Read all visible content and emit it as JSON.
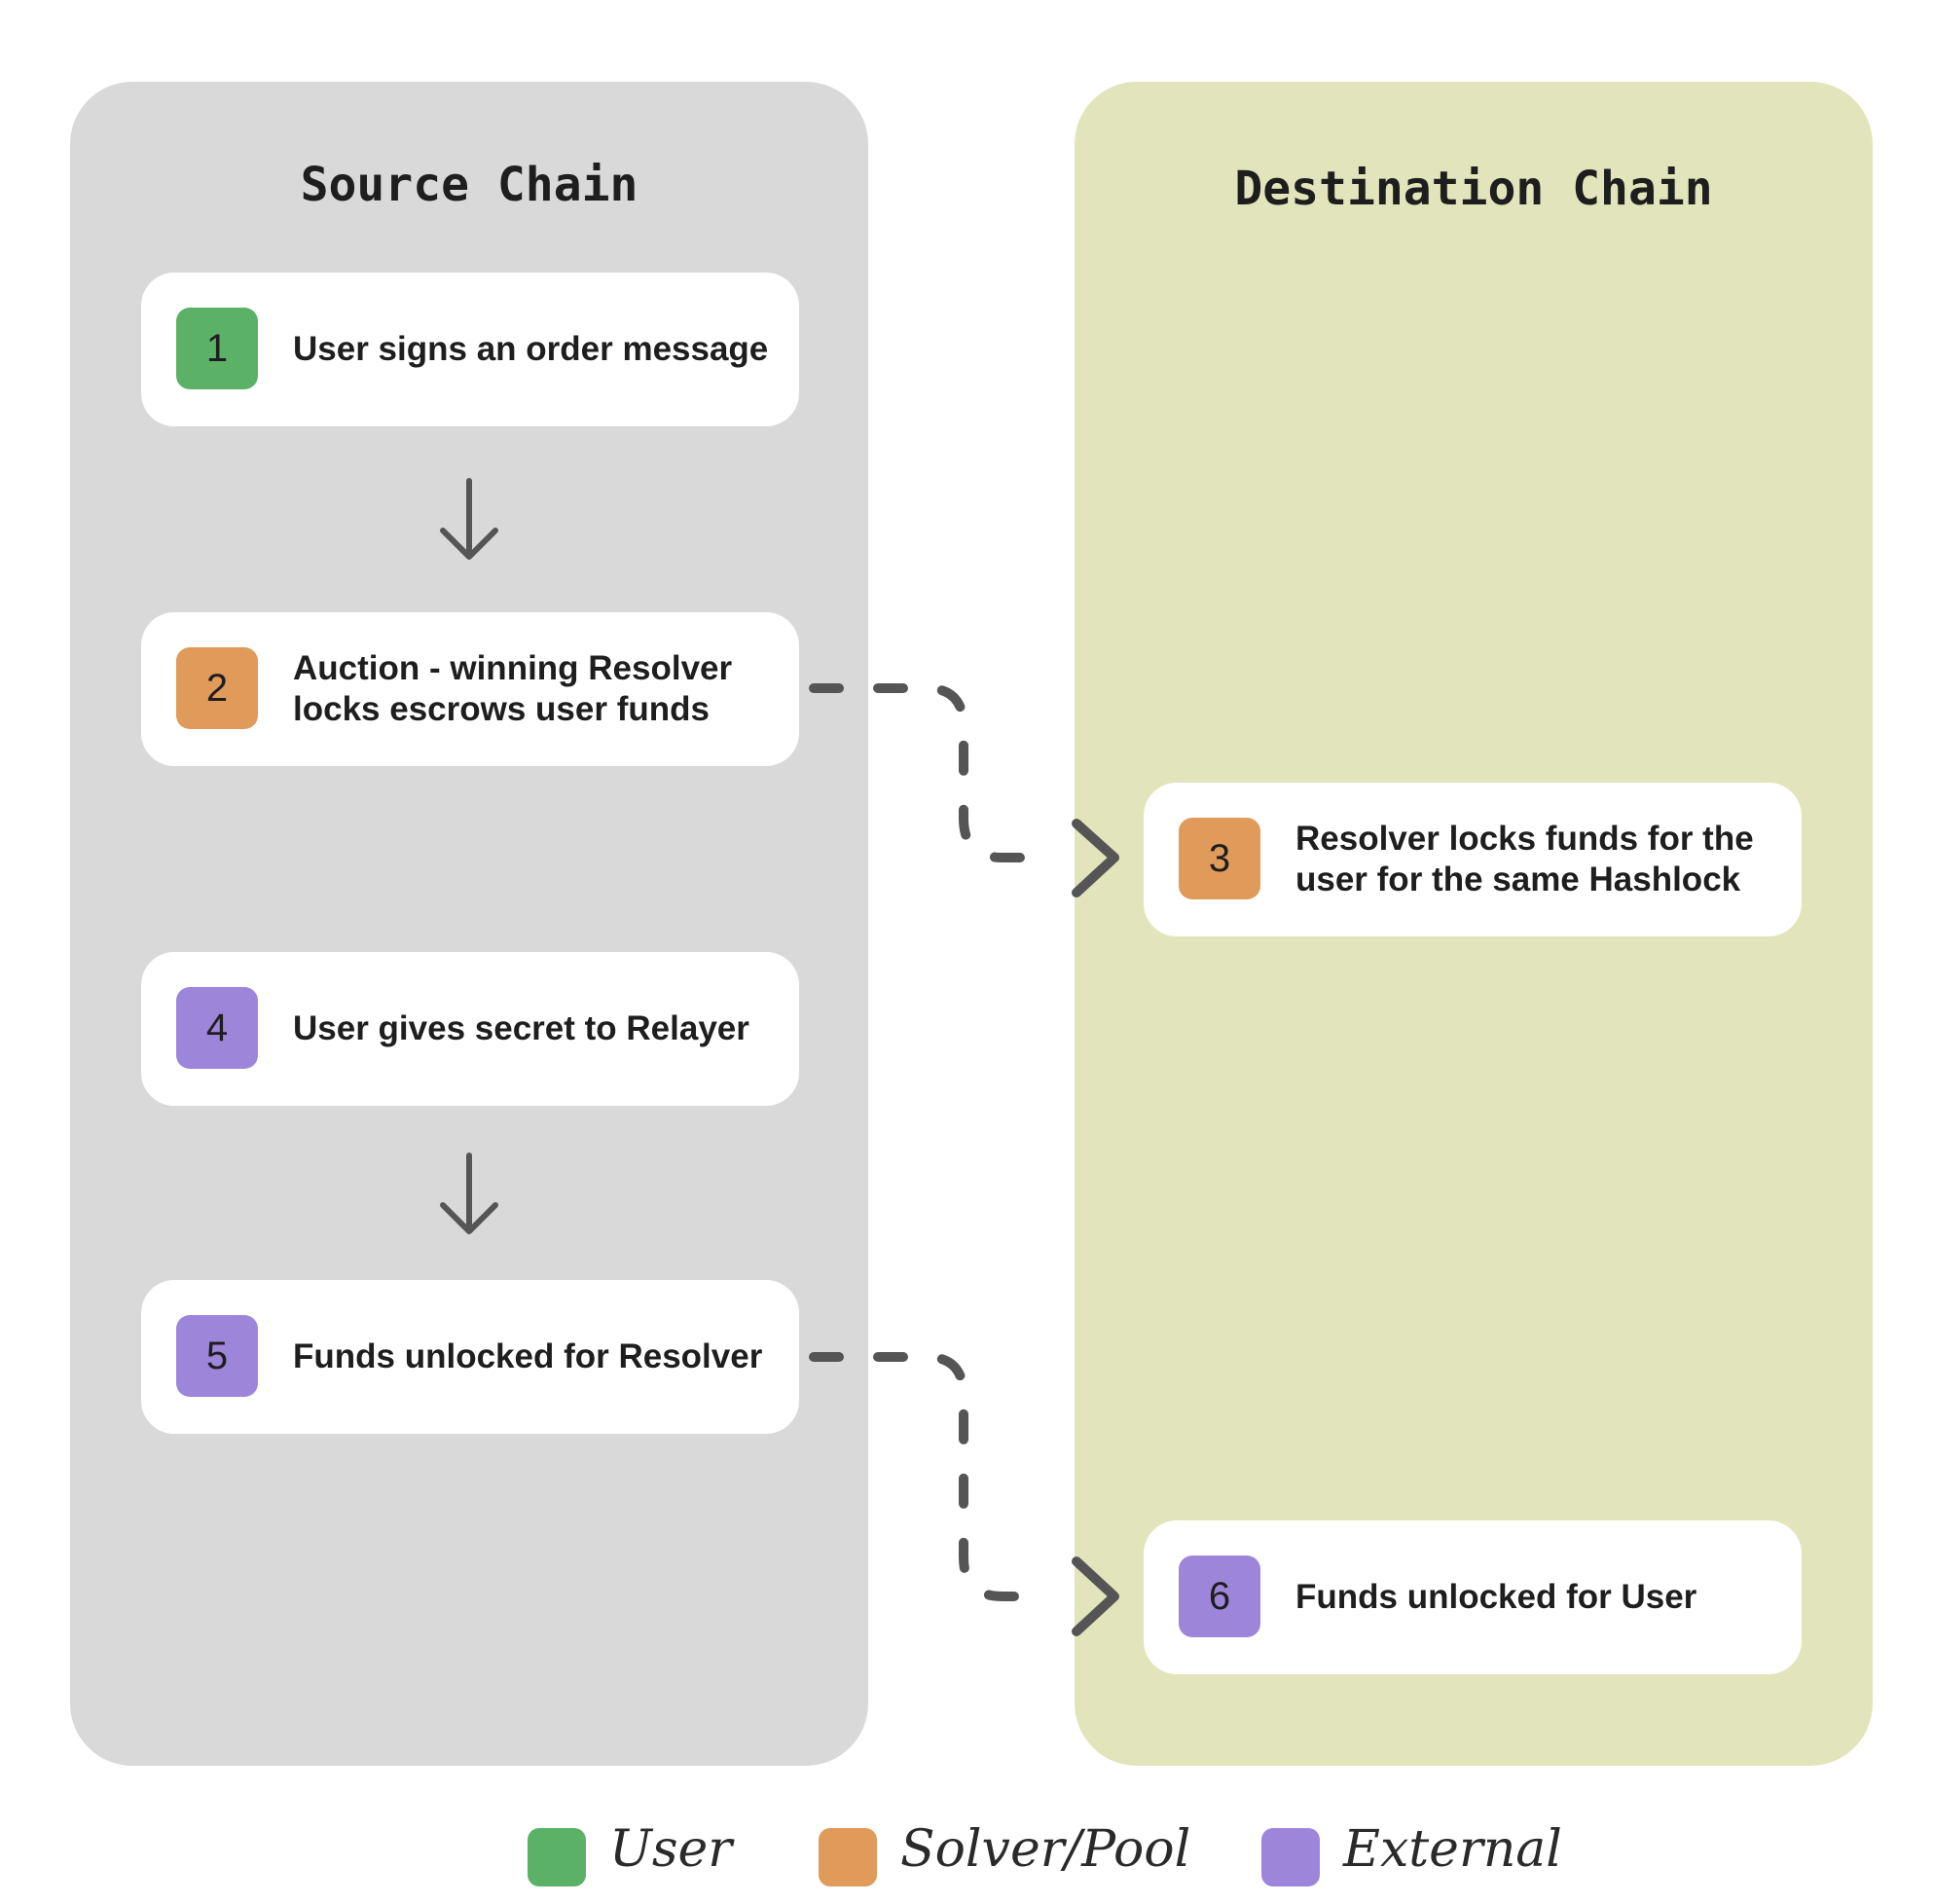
{
  "colors": {
    "user": "#5bb266",
    "solver_pool": "#e09a5a",
    "external": "#9d85da",
    "source_bg": "#d9d9d9",
    "destination_bg": "#e2e5bb",
    "connector": "#555555"
  },
  "panels": {
    "source": {
      "title": "Source Chain"
    },
    "destination": {
      "title": "Destination Chain"
    }
  },
  "steps": [
    {
      "number": "1",
      "text": "User signs an order message",
      "role": "user"
    },
    {
      "number": "2",
      "text": "Auction - winning Resolver locks escrows user funds",
      "role": "solver_pool"
    },
    {
      "number": "3",
      "text": "Resolver locks funds for the user for the same Hashlock",
      "role": "solver_pool"
    },
    {
      "number": "4",
      "text": "User gives secret to Relayer",
      "role": "external"
    },
    {
      "number": "5",
      "text": "Funds unlocked for Resolver",
      "role": "external"
    },
    {
      "number": "6",
      "text": "Funds unlocked for User",
      "role": "external"
    }
  ],
  "legend": [
    {
      "label": "User",
      "role": "user"
    },
    {
      "label": "Solver/Pool",
      "role": "solver_pool"
    },
    {
      "label": "External",
      "role": "external"
    }
  ]
}
